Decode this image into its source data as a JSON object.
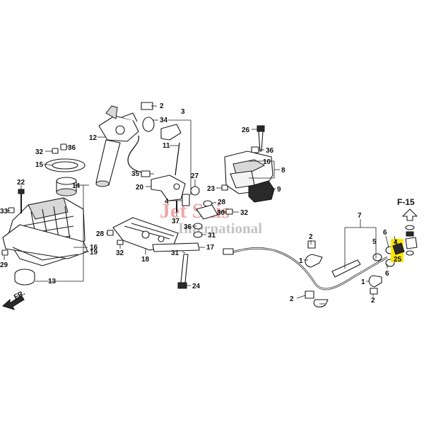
{
  "watermark": {
    "line1": "Jet Skis",
    "line2": "International"
  },
  "reference": {
    "label": "F-15"
  },
  "direction": {
    "label": "FR."
  },
  "highlight": {
    "part": "25",
    "color": "#ffe600"
  },
  "callouts": [
    {
      "id": "c2a",
      "num": "2"
    },
    {
      "id": "c34",
      "num": "34"
    },
    {
      "id": "c3",
      "num": "3"
    },
    {
      "id": "c12",
      "num": "12"
    },
    {
      "id": "c11",
      "num": "11"
    },
    {
      "id": "c32a",
      "num": "32"
    },
    {
      "id": "c36a",
      "num": "36"
    },
    {
      "id": "c15",
      "num": "15"
    },
    {
      "id": "c22",
      "num": "22"
    },
    {
      "id": "c33",
      "num": "33"
    },
    {
      "id": "c14",
      "num": "14"
    },
    {
      "id": "c16",
      "num": "16"
    },
    {
      "id": "c19",
      "num": "19"
    },
    {
      "id": "c29",
      "num": "29"
    },
    {
      "id": "c13",
      "num": "13"
    },
    {
      "id": "c35",
      "num": "35"
    },
    {
      "id": "c20",
      "num": "20"
    },
    {
      "id": "c27",
      "num": "27"
    },
    {
      "id": "c4a",
      "num": "4"
    },
    {
      "id": "c37",
      "num": "37"
    },
    {
      "id": "c28a",
      "num": "28"
    },
    {
      "id": "c32b",
      "num": "32"
    },
    {
      "id": "c18",
      "num": "18"
    },
    {
      "id": "c36b",
      "num": "36"
    },
    {
      "id": "c17",
      "num": "17"
    },
    {
      "id": "c31a",
      "num": "31"
    },
    {
      "id": "c31b",
      "num": "31"
    },
    {
      "id": "c24",
      "num": "24"
    },
    {
      "id": "c26",
      "num": "26"
    },
    {
      "id": "c36c",
      "num": "36"
    },
    {
      "id": "c10",
      "num": "10"
    },
    {
      "id": "c8",
      "num": "8"
    },
    {
      "id": "c9",
      "num": "9"
    },
    {
      "id": "c23",
      "num": "23"
    },
    {
      "id": "c28b",
      "num": "28"
    },
    {
      "id": "c30",
      "num": "30"
    },
    {
      "id": "c32c",
      "num": "32"
    },
    {
      "id": "c7",
      "num": "7"
    },
    {
      "id": "c2b",
      "num": "2"
    },
    {
      "id": "c1a",
      "num": "1"
    },
    {
      "id": "c5",
      "num": "5"
    },
    {
      "id": "c2c",
      "num": "2"
    },
    {
      "id": "c1b",
      "num": "1"
    },
    {
      "id": "c2d",
      "num": "2"
    },
    {
      "id": "c6a",
      "num": "6"
    },
    {
      "id": "c4b",
      "num": "4"
    },
    {
      "id": "c6b",
      "num": "6"
    },
    {
      "id": "c25",
      "num": "25"
    }
  ]
}
